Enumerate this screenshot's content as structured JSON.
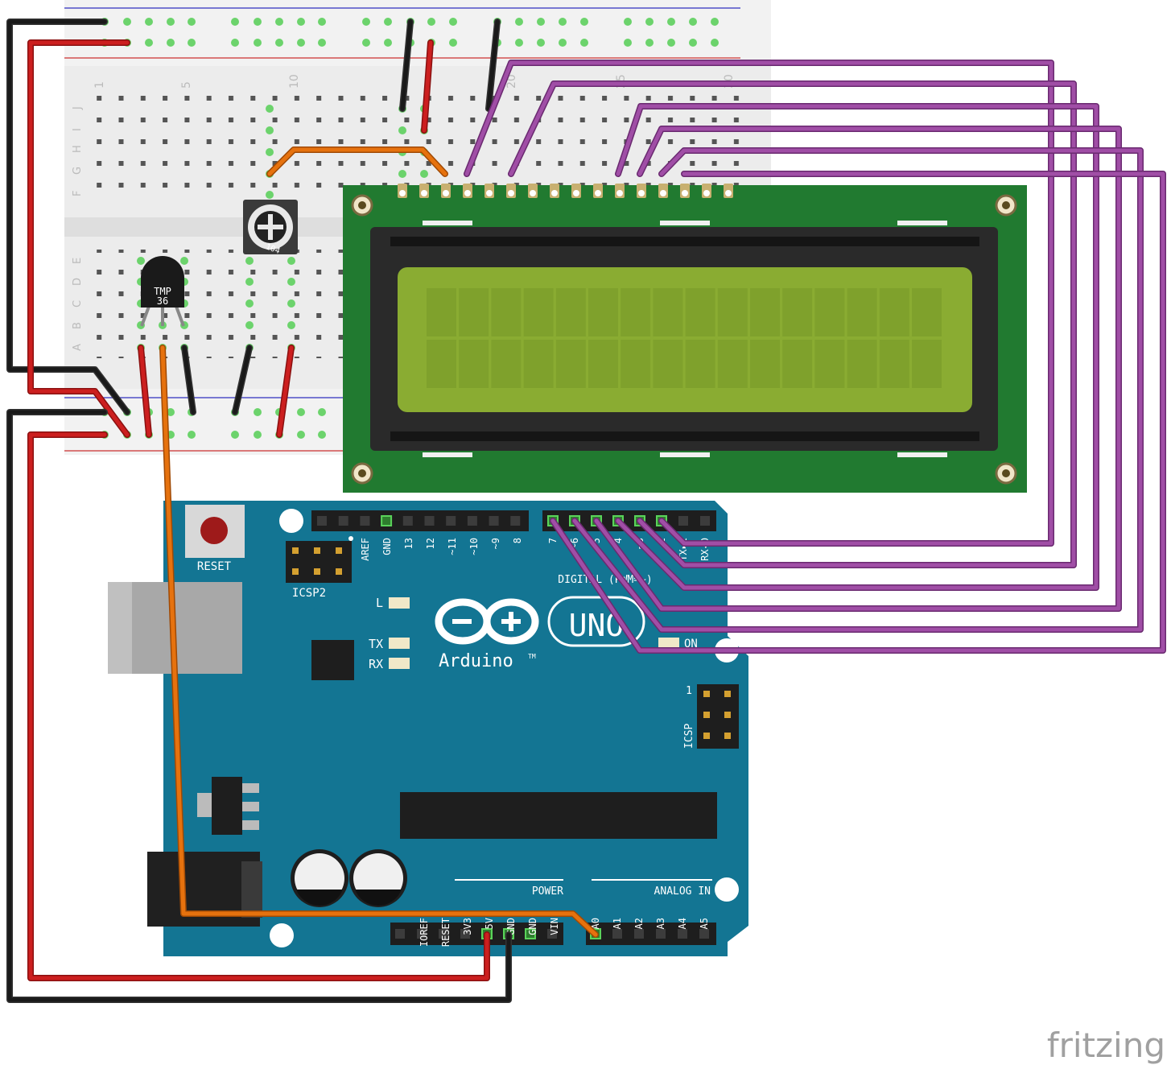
{
  "diagram": {
    "breadboard": {
      "column_numbers": [
        "1",
        "5",
        "10",
        "20",
        "25",
        "30"
      ],
      "row_letters_top": [
        "J",
        "I",
        "H",
        "G",
        "F"
      ],
      "row_letters_bottom": [
        "E",
        "D",
        "C",
        "B",
        "A"
      ]
    },
    "sensor": {
      "line1": "TMP",
      "line2": "36"
    },
    "potentiometer": {
      "label": "104"
    },
    "arduino": {
      "reset_label": "RESET",
      "icsp2_label": "ICSP2",
      "icsp_label": "ICSP",
      "icsp_pin1": "1",
      "led_l": "L",
      "led_tx": "TX",
      "led_rx": "RX",
      "led_on": "ON",
      "logo_text": "Arduino",
      "trademark": "TM",
      "uno_text": "UNO",
      "digital_label": "DIGITAL (PWM=~)",
      "power_label": "POWER",
      "analog_label": "ANALOG IN",
      "top_left_pins": [
        "AREF",
        "GND",
        "13",
        "12",
        "~11",
        "~10",
        "~9",
        "8"
      ],
      "top_right_pins": [
        "7",
        "~6",
        "~5",
        "4",
        "~3",
        "2",
        "TX▸1",
        "RX◂0"
      ],
      "power_pins": [
        "IOREF",
        "RESET",
        "3V3",
        "5V",
        "GND",
        "GND",
        "VIN"
      ],
      "analog_pins": [
        "A0",
        "A1",
        "A2",
        "A3",
        "A4",
        "A5"
      ]
    },
    "watermark": "fritzing"
  },
  "colors": {
    "breadboard": "#e8e8e8",
    "arduino": "#137593",
    "lcd_board": "#217a30",
    "lcd_screen": "#8aac32",
    "wire_red": "#cc1f1f",
    "wire_black": "#1a1a1a",
    "wire_orange": "#e6720e",
    "wire_purple": "#a04ea6"
  }
}
